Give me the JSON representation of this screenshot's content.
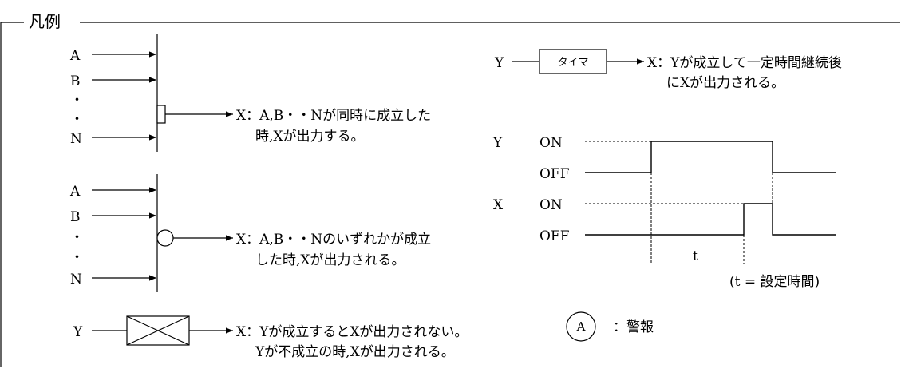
{
  "legend_title": "凡例",
  "and_block": {
    "inputs": [
      "A",
      "B",
      "・",
      "・",
      "N"
    ],
    "desc": [
      "X：A,B・・Nが同時に成立した",
      "時,Xが出力する。"
    ]
  },
  "or_block": {
    "inputs": [
      "A",
      "B",
      "・",
      "・",
      "N"
    ],
    "desc": [
      "X：A,B・・Nのいずれかが成立",
      "した時,Xが出力される。"
    ]
  },
  "not_block": {
    "input": "Y",
    "desc": [
      "X：Yが成立するとXが出力されない。",
      "Yが不成立の時,Xが出力される。"
    ]
  },
  "timer_block": {
    "input": "Y",
    "box_label": "タイマ",
    "desc": [
      "X：Yが成立して一定時間継続後",
      "にXが出力される。"
    ]
  },
  "timing_chart": {
    "signals": [
      {
        "name": "Y",
        "on_label": "ON",
        "off_label": "OFF"
      },
      {
        "name": "X",
        "on_label": "ON",
        "off_label": "OFF"
      }
    ],
    "t_label": "t",
    "note": "(t = 設定時間)"
  },
  "alarm": {
    "symbol": "A",
    "label": "：警報"
  }
}
